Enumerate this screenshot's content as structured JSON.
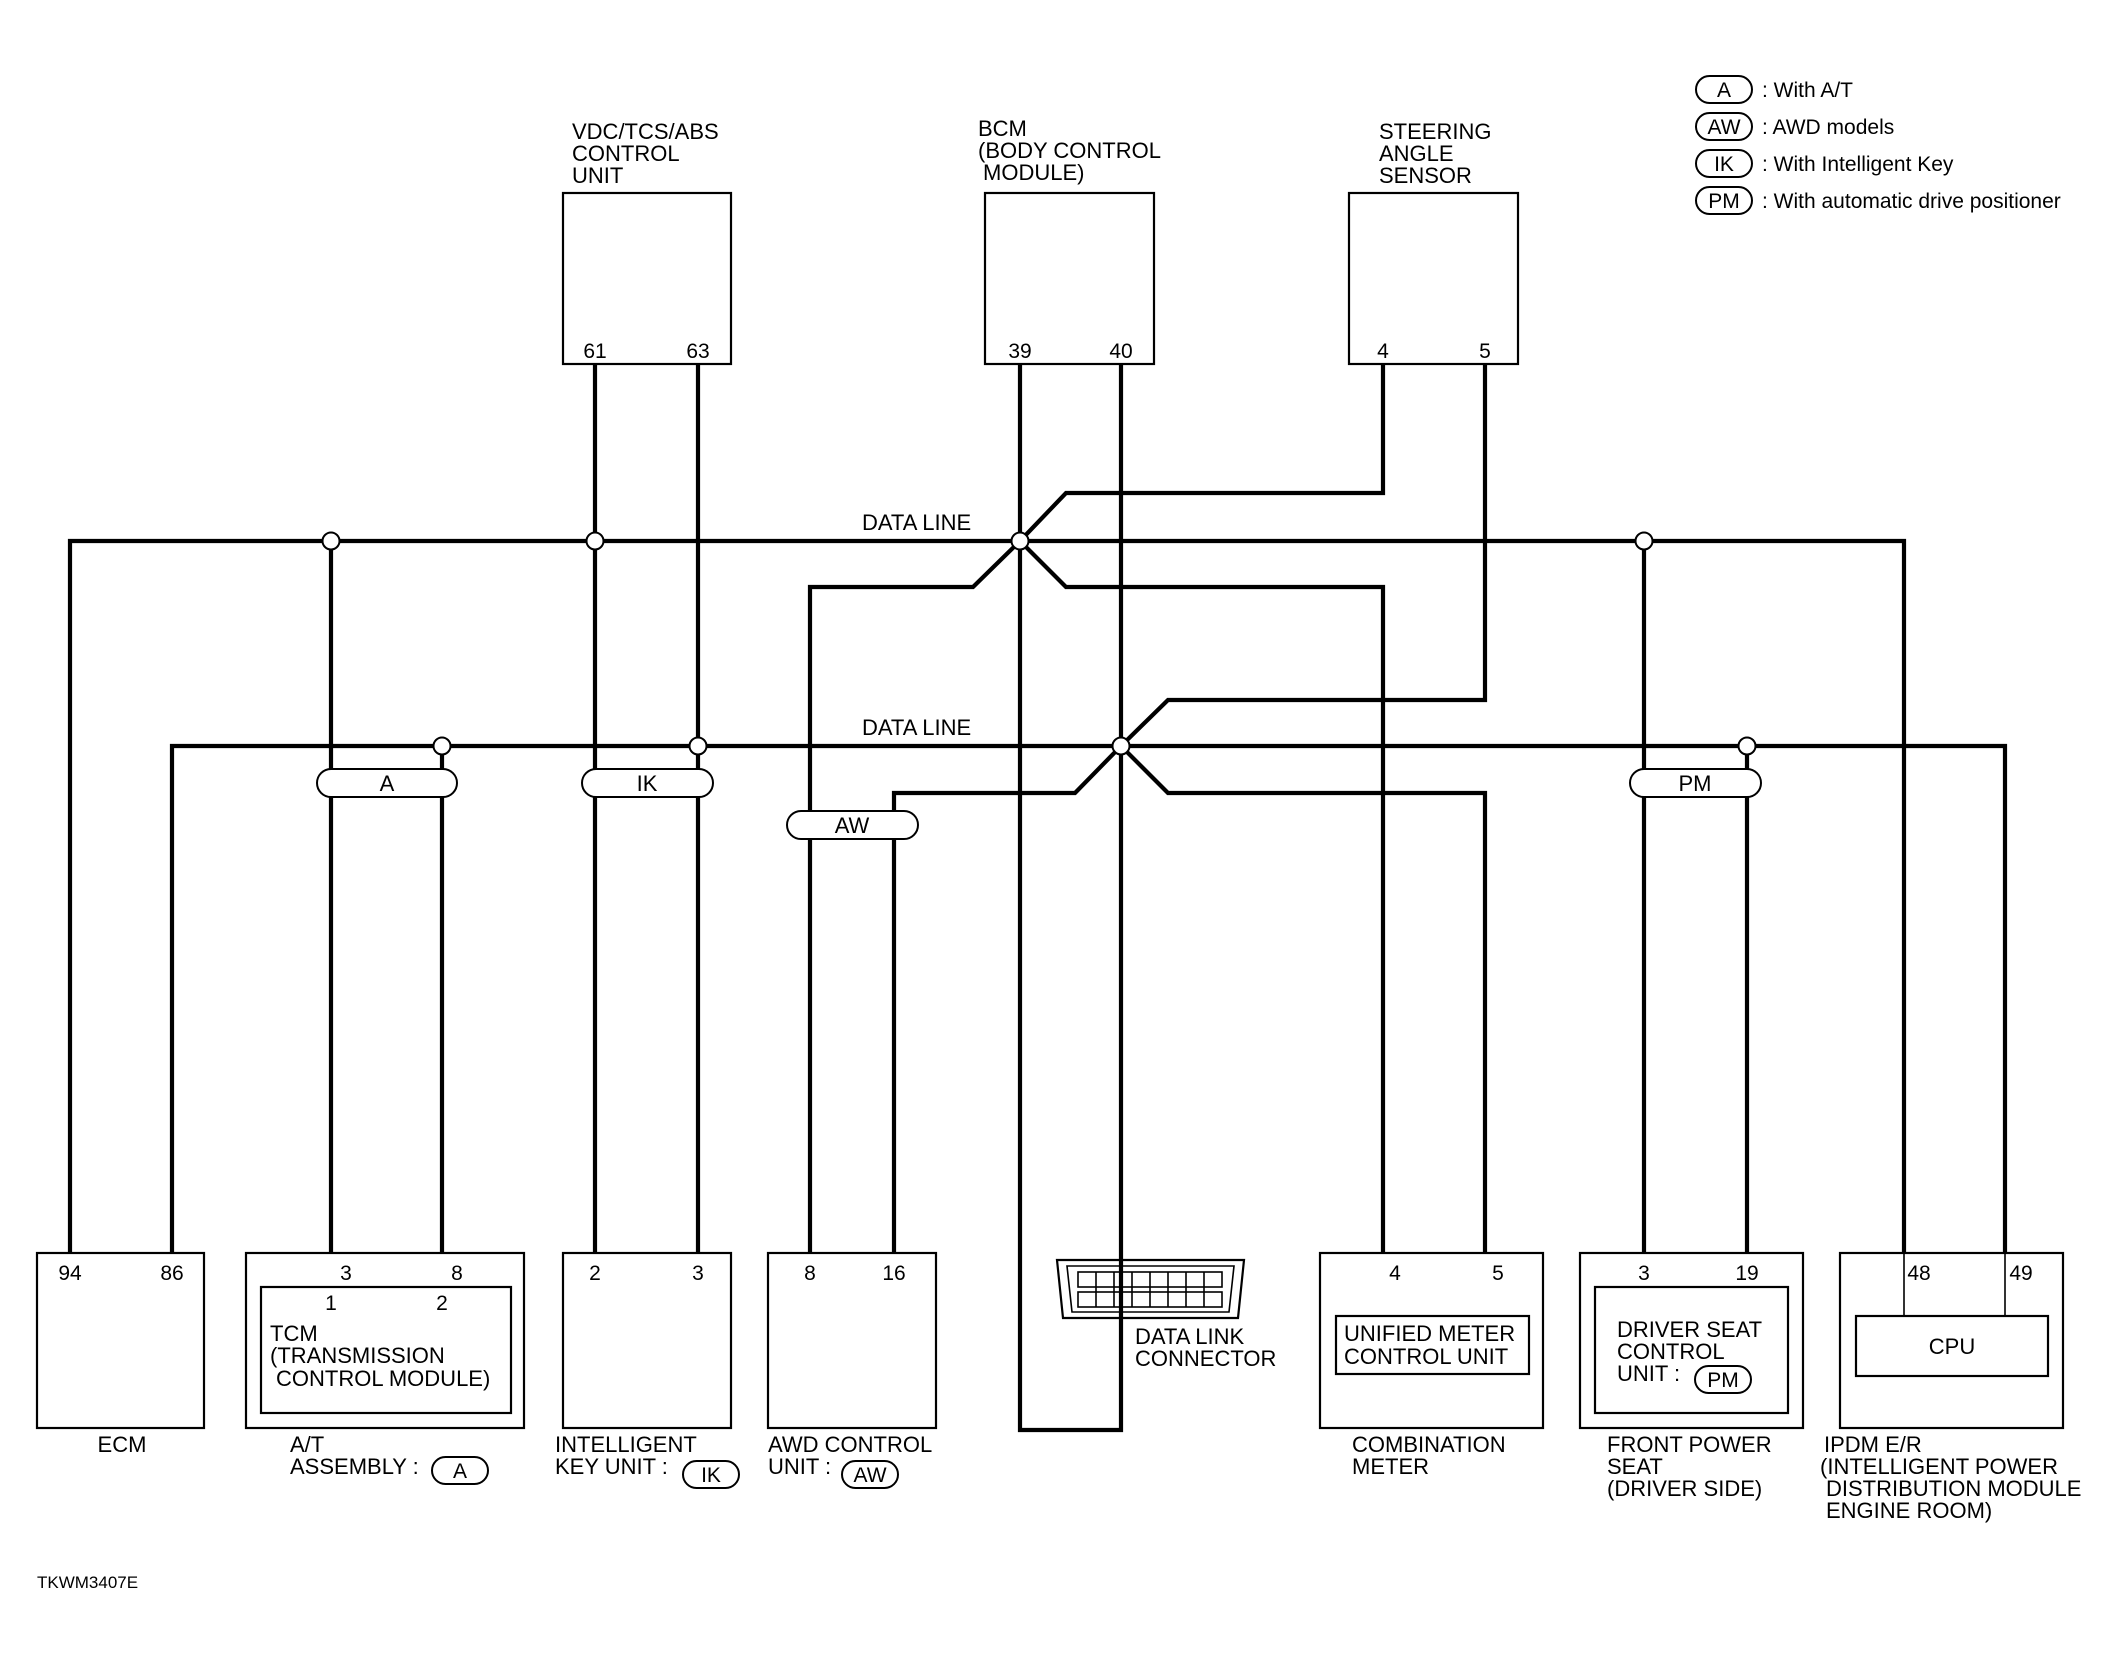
{
  "legend": [
    {
      "code": "A",
      "text": ": With A/T"
    },
    {
      "code": "AW",
      "text": ": AWD models"
    },
    {
      "code": "IK",
      "text": ": With Intelligent Key"
    },
    {
      "code": "PM",
      "text": ": With automatic drive positioner"
    }
  ],
  "data_line_label": "DATA LINE",
  "figure_id": "TKWM3407E",
  "modules": {
    "vdc": {
      "name": [
        "VDC/TCS/ABS",
        "CONTROL",
        "UNIT"
      ],
      "pin_a": "61",
      "pin_b": "63"
    },
    "bcm": {
      "name": [
        "BCM",
        "(BODY CONTROL",
        "MODULE)"
      ],
      "pin_a": "39",
      "pin_b": "40"
    },
    "steering": {
      "name": [
        "STEERING",
        "ANGLE",
        "SENSOR"
      ],
      "pin_a": "4",
      "pin_b": "5"
    },
    "ecm": {
      "name": "ECM",
      "pin_a": "94",
      "pin_b": "86"
    },
    "at": {
      "name": [
        "A/T",
        "ASSEMBLY :"
      ],
      "badge": "A",
      "pin_a": "3",
      "pin_b": "8",
      "inner_pin_a": "1",
      "inner_pin_b": "2",
      "inner": [
        "TCM",
        "(TRANSMISSION",
        "CONTROL MODULE)"
      ]
    },
    "ikey": {
      "name": [
        "INTELLIGENT",
        "KEY UNIT :"
      ],
      "badge": "IK",
      "pin_a": "2",
      "pin_b": "3"
    },
    "awd": {
      "name": [
        "AWD CONTROL",
        "UNIT :"
      ],
      "badge": "AW",
      "pin_a": "8",
      "pin_b": "16"
    },
    "dlc": {
      "name": [
        "DATA LINK",
        "CONNECTOR"
      ]
    },
    "meter": {
      "name": [
        "COMBINATION",
        "METER"
      ],
      "pin_a": "4",
      "pin_b": "5",
      "inner": [
        "UNIFIED METER",
        "CONTROL UNIT"
      ]
    },
    "seat": {
      "name": [
        "FRONT POWER",
        "SEAT",
        "(DRIVER SIDE)"
      ],
      "pin_a": "3",
      "pin_b": "19",
      "inner": [
        "DRIVER SEAT",
        "CONTROL",
        "UNIT :"
      ],
      "badge": "PM"
    },
    "ipdm": {
      "name": [
        "IPDM E/R",
        "(INTELLIGENT POWER",
        "DISTRIBUTION MODULE",
        "ENGINE ROOM)"
      ],
      "pin_a": "48",
      "pin_b": "49",
      "inner": "CPU"
    }
  },
  "option_tags": {
    "at": "A",
    "ikey": "IK",
    "awd": "AW",
    "seat": "PM"
  }
}
